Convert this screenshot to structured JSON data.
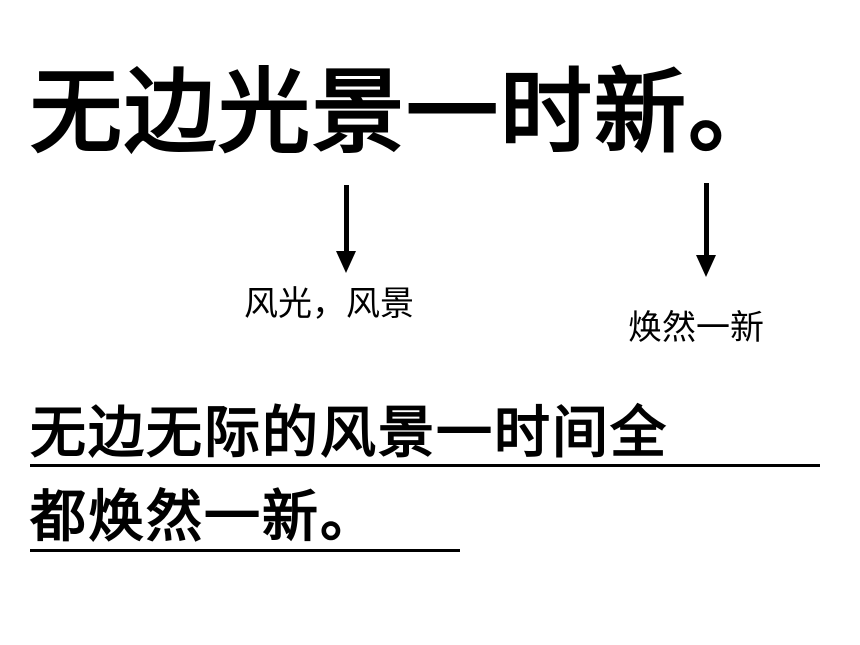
{
  "headline": "无边光景一时新。",
  "glosses": {
    "left": "风光，风景",
    "right": "焕然一新"
  },
  "translation": {
    "line1": "无边无际的风景一时间全",
    "line2": "都焕然一新。"
  }
}
